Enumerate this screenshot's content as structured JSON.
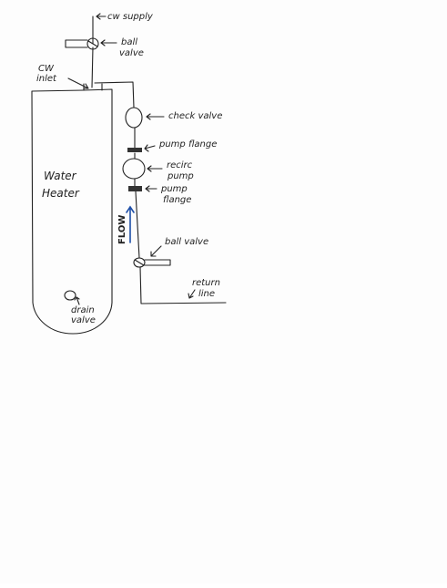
{
  "labels": {
    "cw_supply": "cw supply",
    "ball_valve_top_1": "ball",
    "ball_valve_top_2": "valve",
    "cw_inlet_1": "CW",
    "cw_inlet_2": "inlet",
    "check_valve": "check valve",
    "pump_flange_top": "pump flange",
    "recirc_pump_1": "recirc",
    "recirc_pump_2": "pump",
    "pump_flange_bottom_1": "pump",
    "pump_flange_bottom_2": "flange",
    "flow": "FLOW",
    "ball_valve_bottom": "ball valve",
    "return_line_1": "return",
    "return_line_2": "line",
    "water_heater_1": "Water",
    "water_heater_2": "Heater",
    "drain_valve_1": "drain",
    "drain_valve_2": "valve"
  },
  "colors": {
    "ink": "#222222",
    "flow_arrow": "#1f4fa8",
    "paper": "#fdfdfd"
  }
}
